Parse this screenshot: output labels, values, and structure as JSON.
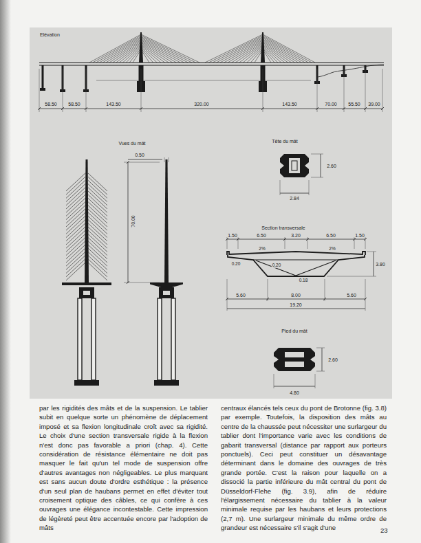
{
  "diagram": {
    "labels": [
      "Elévation",
      "58.50",
      "58.50",
      "143.50",
      "320.00",
      "143.50",
      "70.00",
      "55.50",
      "39.00",
      "Vues du mât",
      "0.50",
      "70.00",
      "Tête du mât",
      "2.60",
      "2.84",
      "Section transversale",
      "1.50",
      "6.50",
      "3.20",
      "6.50",
      "1.50",
      "2%",
      "2%",
      "0.20",
      "0.20",
      "0.18",
      "3.80",
      "5.60",
      "8.00",
      "5.60",
      "19.20",
      "Pied du mât",
      "2.60",
      "4.80",
      "par les rigidités des mâts et de la suspension. Le tablier subit en quelque sorte un phénomène de déplacement imposé et sa flexion longitudinale croît avec sa rigidité. Le choix d'une section transversale rigide à la flexion n'est donc pas favorable a priori (chap. 4). Cette considération de résistance élémentaire ne doit pas masquer le fait qu'un tel mode de suspension offre d'autres avantages non négligeables. Le plus marquant est sans aucun doute d'ordre esthétique : la présence d'un seul plan de haubans permet en effet d'éviter tout croisement optique des câbles, ce qui confère à ces ouvrages une élégance incontestable. Cette impression de légèreté peut être accentuée encore par l'adoption de mâts",
      "centraux élancés tels ceux du pont de Brotonne (fig. 3.8) par exemple. Toutefois, la disposition des mâts au centre de la chaussée peut nécessiter une surlargeur du tablier dont l'importance varie avec les conditions de gabarit transversal (distance par rapport aux porteurs ponctuels). Ceci peut constituer un désavantage déterminant dans le domaine des ouvrages de très grande portée. C'est la raison pour laquelle on a dissocié la partie inférieure du mât central du pont de Düsseldorf-Flehe (fig. 3.9), afin de réduire l'élargissement nécessaire du tablier à la valeur minimale requise par les haubans et leurs protections (2,7 m). Une surlargeur minimale du même ordre de grandeur est nécessaire s'il s'agit d'une",
      "23"
    ]
  }
}
